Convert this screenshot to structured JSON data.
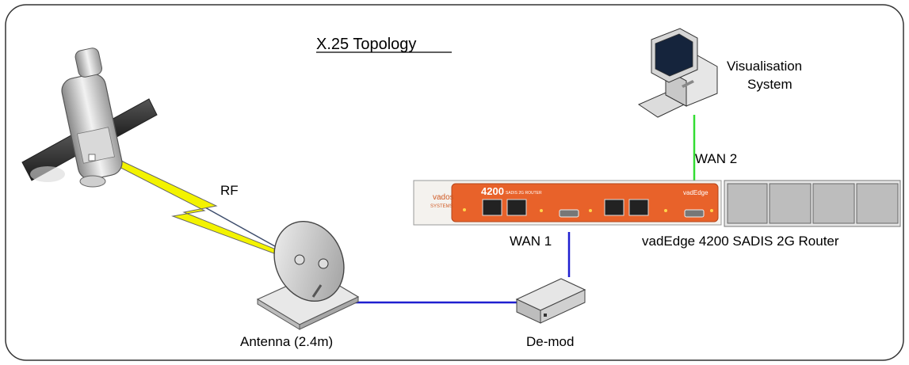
{
  "title": "X.25 Topology",
  "labels": {
    "rf": "RF",
    "wan1": "WAN 1",
    "wan2": "WAN 2",
    "visualisation_line1": "Visualisation",
    "visualisation_line2": "System",
    "router": "vadEdge 4200 SADIS 2G Router",
    "antenna": "Antenna (2.4m)",
    "demod": "De-mod"
  },
  "router_panel": {
    "model": "4200",
    "brand": "vados",
    "brand_sub": "SYSTEMS",
    "product": "SADIS 2G ROUTER",
    "logo": "vadEdge"
  },
  "colors": {
    "border": "#333333",
    "wan_blue": "#1f1fd0",
    "wan_green": "#33dd33",
    "rf_zigzag": "#f0f000",
    "router_orange": "#e8622a",
    "expansion_gray": "#bdbdbd"
  }
}
